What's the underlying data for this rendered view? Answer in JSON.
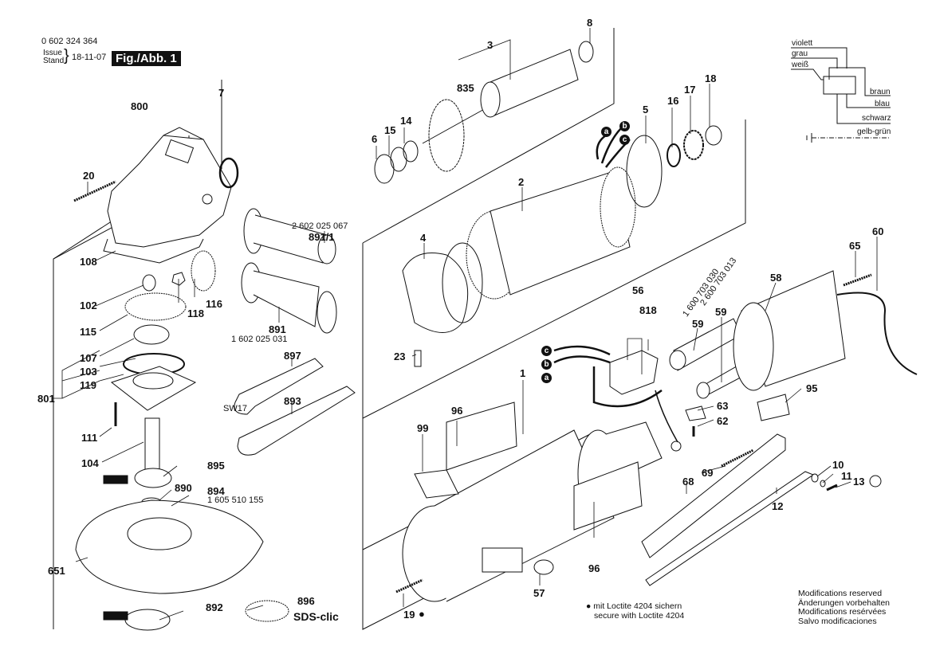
{
  "header": {
    "part_number": "0 602 324 364",
    "issue_label_en": "Issue",
    "issue_label_de": "Stand",
    "issue_date": "18-11-07",
    "figure_label": "Fig./Abb. 1"
  },
  "wiring_legend": {
    "wires": [
      "violett",
      "grau",
      "weiß",
      "braun",
      "blau",
      "schwarz",
      "gelb-grün"
    ],
    "ground_symbol": "ground-icon"
  },
  "parts": {
    "p800": "800",
    "p7": "7",
    "p20": "20",
    "p108": "108",
    "p102": "102",
    "p115": "115",
    "p116": "116",
    "p118": "118",
    "p107": "107",
    "p103": "103",
    "p119": "119",
    "p801": "801",
    "p111": "111",
    "p104": "104",
    "p895": "895",
    "p890": "890",
    "p894": "894",
    "p651": "651",
    "p892": "892",
    "p896": "896",
    "p891_1": "891/1",
    "p891": "891",
    "p897": "897",
    "p893": "893",
    "p3": "3",
    "p8": "8",
    "p835": "835",
    "p6": "6",
    "p15": "15",
    "p14": "14",
    "p2": "2",
    "p4": "4",
    "p23": "23",
    "p5": "5",
    "p16": "16",
    "p17": "17",
    "p18": "18",
    "p1": "1",
    "p96a": "96",
    "p96b": "96",
    "p99": "99",
    "p19": "19",
    "p57": "57",
    "p56": "56",
    "p818": "818",
    "p59a": "59",
    "p59b": "59",
    "p58": "58",
    "p65": "65",
    "p60": "60",
    "p95": "95",
    "p63": "63",
    "p62": "62",
    "p69": "69",
    "p68": "68",
    "p12": "12",
    "p10": "10",
    "p11": "11",
    "p13": "13"
  },
  "order_numbers": {
    "handle_891_1": "2 602 025 067",
    "handle_891": "1 602 025 031",
    "guard_894": "1 605 510 155",
    "cord_59a": "1 600 703 030",
    "cord_59b": "2 600 703 013"
  },
  "misc_labels": {
    "wrench_size": "SW17",
    "sds_brand": "SDS-clic",
    "wire_a": "a",
    "wire_b": "b",
    "wire_c": "c"
  },
  "notes": {
    "loctite_de": "mit Loctite 4204 sichern",
    "loctite_en": "secure with Loctite 4204",
    "modifications": [
      "Modifications reserved",
      "Änderungen vorbehalten",
      "Modifications resérvées",
      "Salvo modificaciones"
    ]
  }
}
